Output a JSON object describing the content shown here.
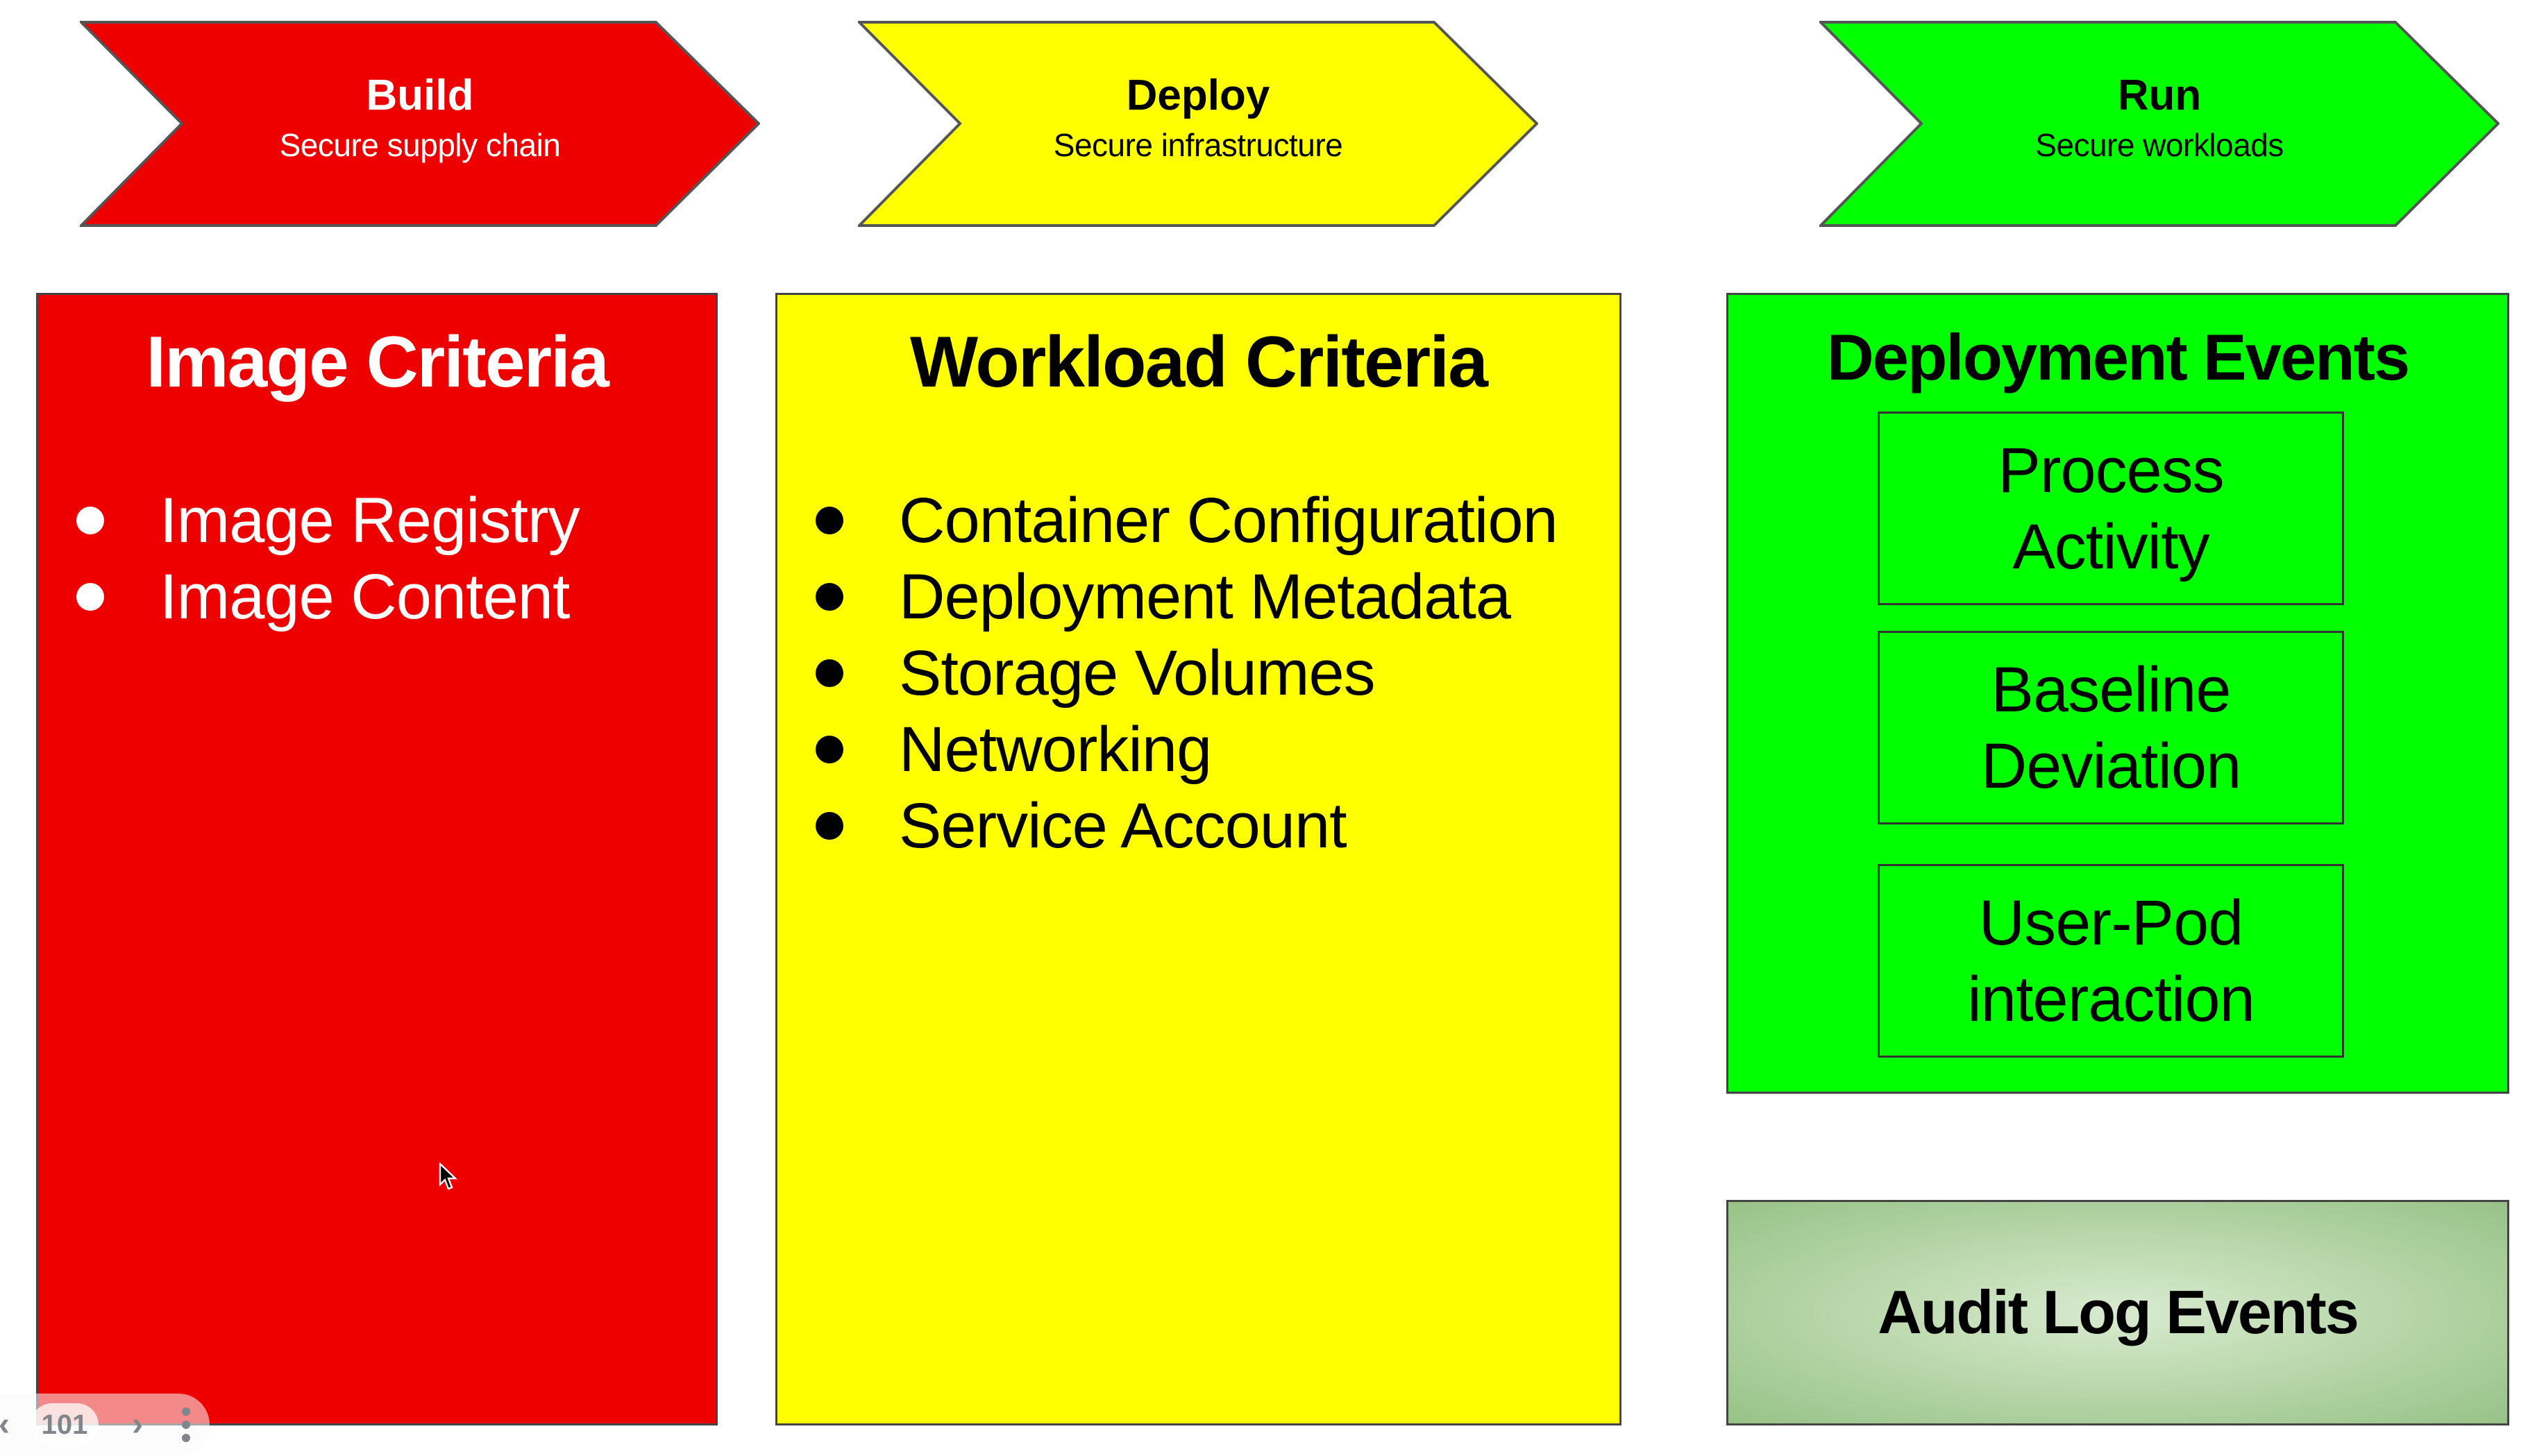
{
  "stages": [
    {
      "title": "Build",
      "subtitle": "Secure supply chain",
      "color": "#ee0000",
      "text_color": "#ffffff"
    },
    {
      "title": "Deploy",
      "subtitle": "Secure infrastructure",
      "color": "#ffff00",
      "text_color": "#000000"
    },
    {
      "title": "Run",
      "subtitle": "Secure workloads",
      "color": "#00ff00",
      "text_color": "#000000"
    }
  ],
  "panels": {
    "image_criteria": {
      "title": "Image Criteria",
      "items": [
        "Image Registry",
        "Image Content"
      ]
    },
    "workload_criteria": {
      "title": "Workload Criteria",
      "items": [
        "Container Configuration",
        "Deployment Metadata",
        "Storage Volumes",
        "Networking",
        "Service Account"
      ]
    },
    "deployment_events": {
      "title": "Deployment Events",
      "subboxes": [
        {
          "label": "Process Activity"
        },
        {
          "label": "Baseline Deviation"
        },
        {
          "label": "User-Pod interaction"
        }
      ]
    },
    "audit_log": {
      "title": "Audit Log Events"
    }
  },
  "slide_nav": {
    "prev_icon": "chevron-left-icon",
    "page_number": "101",
    "next_icon": "chevron-right-icon",
    "more_icon": "more-vertical-icon"
  },
  "colors": {
    "border": "#444444",
    "audit_gradient_center": "#d8ead0",
    "audit_gradient_edge": "#97c287",
    "nav_gray": "#80868b"
  }
}
